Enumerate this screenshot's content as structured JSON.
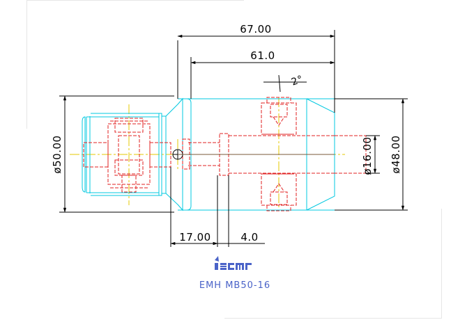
{
  "drawing": {
    "dimensions": {
      "overall_length": "67.00",
      "body_length": "61.0",
      "taper_angle": "2°",
      "shank_diameter": "ø50.00",
      "body_diameter": "ø48.00",
      "bore_diameter": "ø16.00",
      "flange_offset": "17.00",
      "step_length": "4.0"
    },
    "title_block": {
      "brand": "iscar",
      "model": "EMH MB50-16"
    },
    "colors": {
      "body_outline": "#00c8e0",
      "hidden_lines": "#e02020",
      "center_lines": "#e6c800",
      "dimensions": "#000000",
      "brand": "#4a63c8"
    }
  }
}
